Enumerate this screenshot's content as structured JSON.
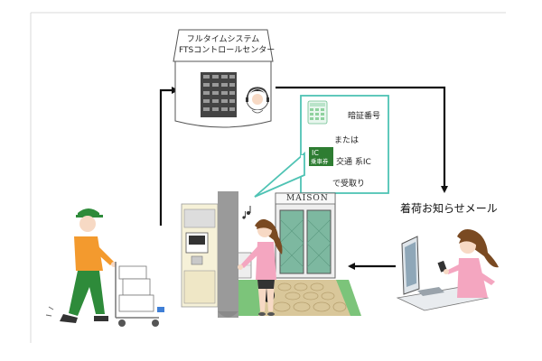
{
  "control_center": {
    "title_line1": "フルタイムシステム",
    "title_line2": "FTSコントロールセンター"
  },
  "callout": {
    "pin_label": "暗証番号",
    "or_label": "または",
    "ic_card_top": "IC",
    "ic_card_bottom": "乗車券",
    "ic_label": "交通 系IC",
    "receive_label": "で受取り"
  },
  "building": {
    "sign": "MAISON"
  },
  "notification": {
    "label": "着荷お知らせメール"
  },
  "colors": {
    "arrow": "#111111",
    "callout_border": "#4fc3b4",
    "grass": "#7cc47a",
    "door": "#7db8a0",
    "deliverer_shirt": "#f39a2e",
    "deliverer_pants": "#2e8b3a",
    "woman_shirt": "#f4a6c0",
    "ic_card": "#2e7d32"
  }
}
